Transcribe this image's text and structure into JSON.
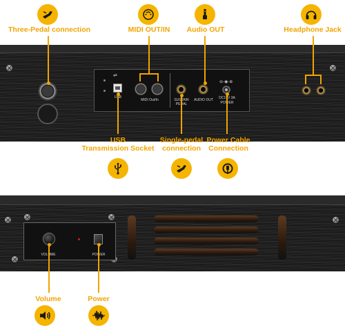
{
  "callouts": {
    "three_pedal": "Three-Pedal connection",
    "midi": "MIDI OUT/IN",
    "audio_out": "Audio OUT",
    "headphone": "Headphone Jack",
    "usb": "USB\nTransmission Socket",
    "single_pedal": "Single-pedal\nconnection",
    "power_cable": "Power Cable\nConnection",
    "volume": "Volume",
    "power": "Power"
  },
  "top_panel": {
    "usb_label": "USB",
    "midi_label": "MIDI Out/In",
    "sustain_label": "SUSTAIN\nPEDAL",
    "audio_label": "AUDIO OUT",
    "power_spec": "DC15V 3A",
    "power_label": "POWER"
  },
  "bottom_panel": {
    "volume_label": "VOLUME",
    "power_label": "POWER"
  },
  "colors": {
    "accent": "#f2a400",
    "panel": "#1c1c1c"
  },
  "icons": {
    "three_pedal": "pedal-icon",
    "midi": "midi-port-icon",
    "audio_out": "audio-jack-icon",
    "headphone": "headphones-icon",
    "usb": "usb-icon",
    "single_pedal": "pedal-icon",
    "power_cable": "power-plug-icon",
    "volume": "speaker-icon",
    "power": "waveform-icon"
  }
}
